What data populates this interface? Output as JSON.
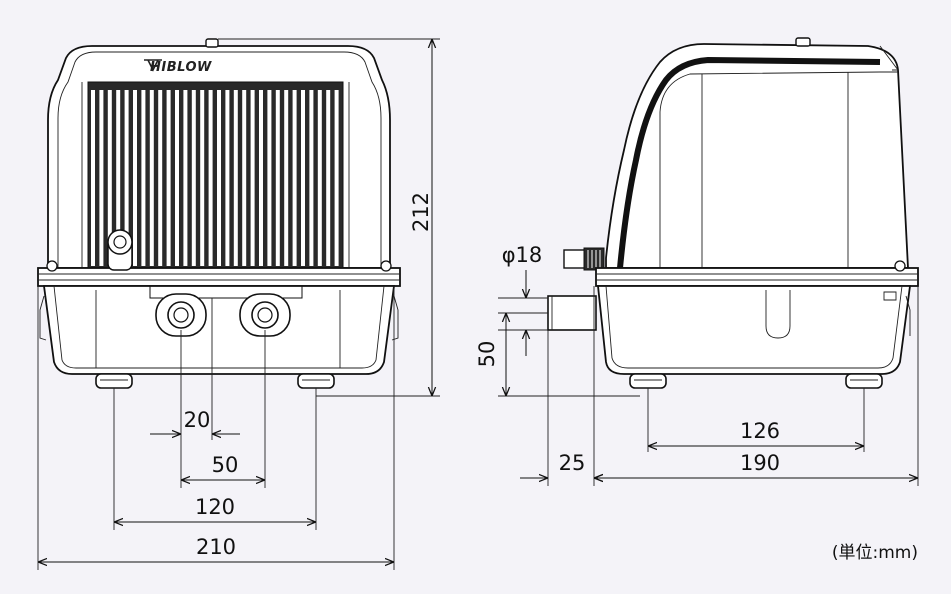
{
  "brand": "HIBLOW",
  "unit_label": "(単位:mm)",
  "dimensions": {
    "height": "212",
    "width": "210",
    "foot_pitch": "120",
    "port_pitch": "50",
    "port_offset": "20",
    "pipe_diameter": "φ18",
    "port_height": "50",
    "pipe_length": "25",
    "depth": "190",
    "side_foot_pitch": "126"
  },
  "colors": {
    "background": "#f4f3f8",
    "outline": "#111111",
    "body_fill": "#ffffff",
    "fin_fill": "#2a2a2a"
  }
}
